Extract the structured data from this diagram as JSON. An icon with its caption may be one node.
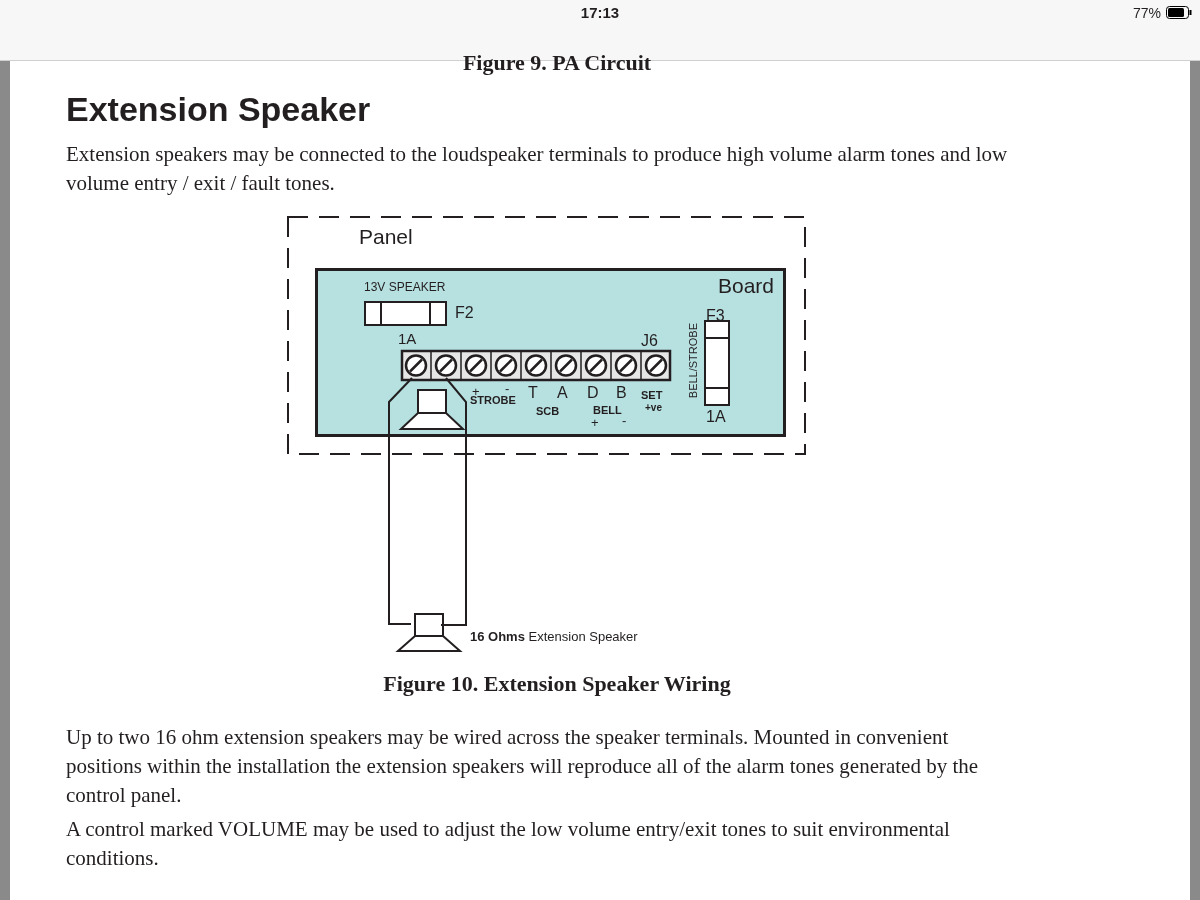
{
  "diagram": {
    "title": "Extension Speaker",
    "caption": "Figure 10. Extension Speaker Wiring",
    "nodes": [
      {
        "text": [
          "Panel"
        ]
      },
      {
        "text": [
          "Board"
        ],
        "in": 0
      },
      {
        "text": [],
        "shape": "box",
        "in": 1,
        "beside": [
          "13V SPEAKER",
          "F2",
          "1A"
        ]
      },
      {
        "text": [],
        "shape": "box",
        "in": 1,
        "beside": [
          "F3",
          "BELL/STROBE",
          "1A"
        ]
      },
      {
        "text": [],
        "shape": "bar",
        "in": 1,
        "beside": [
          "J6"
        ]
      },
      {
        "text": [],
        "shape": "picture",
        "in": 1
      },
      {
        "text": [],
        "shape": "picture",
        "beside": [
          "**16 Ohms** Extension Speaker"
        ]
      }
    ],
    "edges": [
      {
        "from": 4,
        "to": 6,
        "arrow": "none"
      },
      {
        "from": 4,
        "to": 6,
        "arrow": "none"
      }
    ],
    "labels": [
      "17:13",
      "77%",
      "Figure 9. PA Circuit",
      "Extension speakers may be connected to the loudspeaker terminals to produce high volume alarm tones and low volume entry / exit / fault tones.",
      "+",
      "-",
      "STROBE",
      "T",
      "A",
      "D",
      "B",
      "SET",
      "+ve",
      "SCB",
      "BELL",
      "+",
      "-",
      "Up to two 16 ohm extension speakers may be wired across the speaker terminals. Mounted in convenient positions within the installation the extension speakers will reproduce all of the alarm tones generated by the control panel.",
      "A control marked VOLUME may be used to adjust the low volume entry/exit tones to suit environmental conditions."
    ]
  }
}
